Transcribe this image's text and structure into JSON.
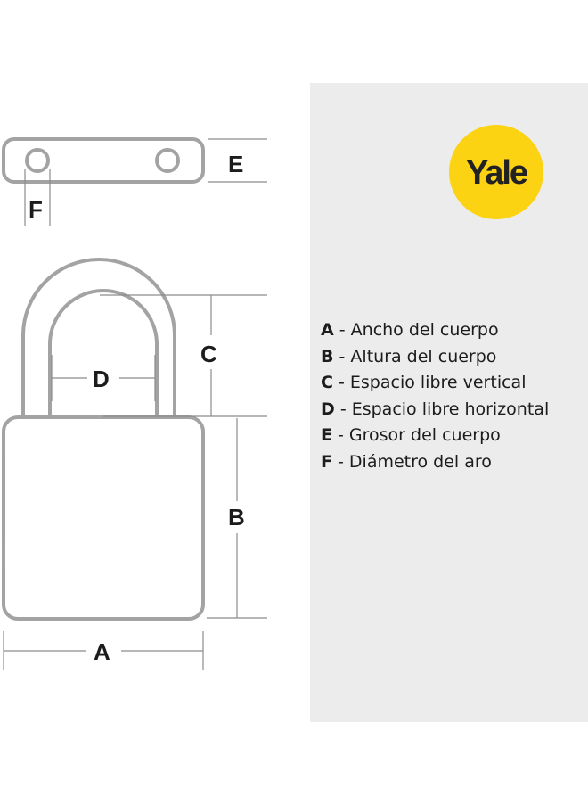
{
  "brand": {
    "logo_text": "Yale",
    "logo_color": "#fcd312"
  },
  "diagram": {
    "outline_color": "#a3a3a3",
    "dimension_line_color": "#8c8c8c",
    "labels": {
      "a": "A",
      "b": "B",
      "c": "C",
      "d": "D",
      "e": "E",
      "f": "F"
    }
  },
  "legend": {
    "items": [
      {
        "key": "A",
        "text": " - Ancho del cuerpo"
      },
      {
        "key": "B",
        "text": " - Altura del cuerpo"
      },
      {
        "key": "C",
        "text": " - Espacio libre vertical"
      },
      {
        "key": "D",
        "text": " - Espacio libre horizontal"
      },
      {
        "key": "E",
        "text": " - Grosor del cuerpo"
      },
      {
        "key": "F",
        "text": " - Diámetro del aro"
      }
    ]
  }
}
